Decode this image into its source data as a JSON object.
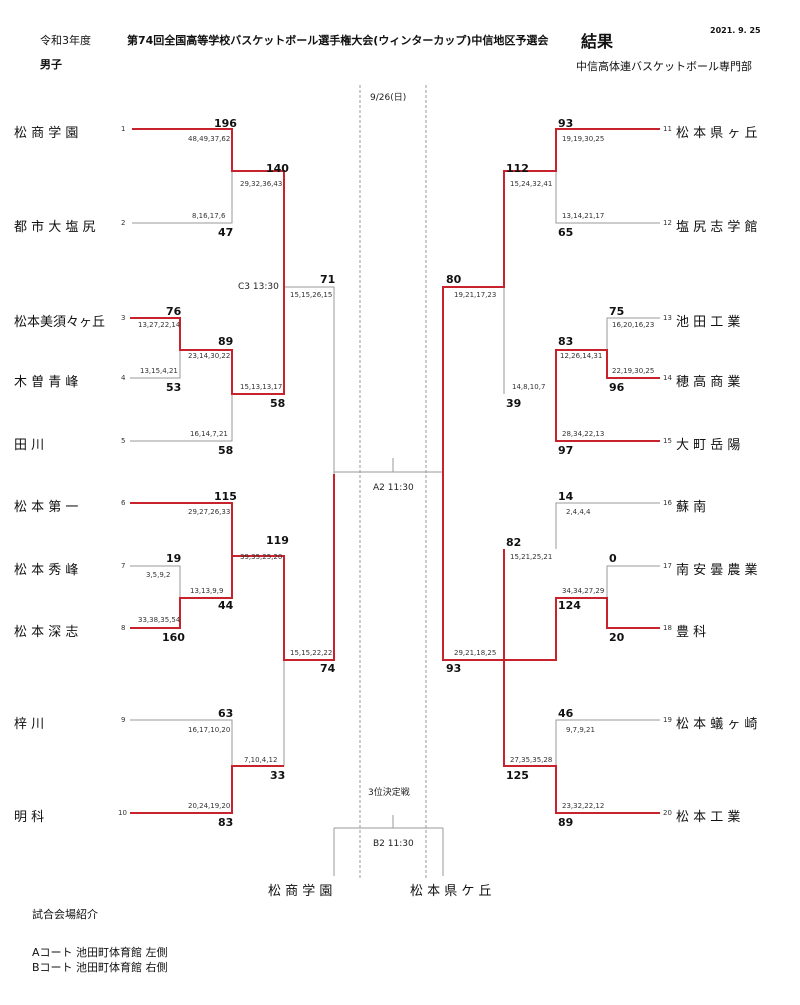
{
  "header": {
    "year": "令和3年度",
    "title": "第74回全国高等学校バスケットボール選手権大会(ウィンターカップ)中信地区予選会",
    "result": "結果",
    "date": "2021. 9. 25",
    "gender": "男子",
    "org": "中信高体連バスケットボール専門部"
  },
  "center": {
    "day": "9/26(日)",
    "c3": "C3 13:30",
    "a2": "A2 11:30",
    "third": "3位決定戦",
    "b2": "B2 11:30",
    "final_left": "松 商 学 園",
    "final_right": "松 本 県 ケ 丘"
  },
  "teams_left": [
    {
      "no": "1",
      "name": "松 商 学 園"
    },
    {
      "no": "2",
      "name": "都 市 大 塩 尻"
    },
    {
      "no": "3",
      "name": "松本美須々ヶ丘"
    },
    {
      "no": "4",
      "name": "木 曽 青 峰"
    },
    {
      "no": "5",
      "name": "田 川"
    },
    {
      "no": "6",
      "name": "松 本 第 一"
    },
    {
      "no": "7",
      "name": "松 本 秀 峰"
    },
    {
      "no": "8",
      "name": "松 本 深 志"
    },
    {
      "no": "9",
      "name": "梓 川"
    },
    {
      "no": "10",
      "name": "明 科"
    }
  ],
  "teams_right": [
    {
      "no": "11",
      "name": "松 本 県 ヶ 丘"
    },
    {
      "no": "12",
      "name": "塩 尻 志 学 館"
    },
    {
      "no": "13",
      "name": "池 田 工 業"
    },
    {
      "no": "14",
      "name": "穂 高 商 業"
    },
    {
      "no": "15",
      "name": "大 町 岳 陽"
    },
    {
      "no": "16",
      "name": "蘇 南"
    },
    {
      "no": "17",
      "name": "南 安 曇 農 業"
    },
    {
      "no": "18",
      "name": "豊 科"
    },
    {
      "no": "19",
      "name": "松 本 蟻 ヶ 崎"
    },
    {
      "no": "20",
      "name": "松 本 工 業"
    }
  ],
  "scores": {
    "l_196": "196",
    "l_47": "47",
    "l_140": "140",
    "l_76": "76",
    "l_53": "53",
    "l_89": "89",
    "l_58a": "58",
    "l_58b": "58",
    "l_71": "71",
    "l_115": "115",
    "l_19": "19",
    "l_160": "160",
    "l_44": "44",
    "l_119": "119",
    "l_63": "63",
    "l_83": "83",
    "l_33": "33",
    "l_74": "74",
    "r_93": "93",
    "r_65": "65",
    "r_112": "112",
    "r_75": "75",
    "r_96": "96",
    "r_83": "83",
    "r_97": "97",
    "r_39": "39",
    "r_80": "80",
    "r_14": "14",
    "r_0": "0",
    "r_20": "20",
    "r_124": "124",
    "r_82": "82",
    "r_46": "46",
    "r_89": "89",
    "r_125": "125",
    "r_93b": "93"
  },
  "quarters": {
    "l1": "48,49,37,62",
    "l2": "8,16,17,6",
    "l12": "29,32,36,43",
    "l3": "13,27,22,14",
    "l4": "13,15,4,21",
    "l34": "23,14,30,22",
    "l5": "16,14,7,21",
    "l345": "15,13,13,17",
    "lc3": "15,15,26,15",
    "l6": "29,27,26,33",
    "l7": "3,5,9,2",
    "l8": "33,38,35,54",
    "l78": "13,13,9,9",
    "l678": "39,35,25,20",
    "l9": "16,17,10,20",
    "l10": "20,24,19,20",
    "l910": "7,10,4,12",
    "lsf": "15,15,22,22",
    "r11": "19,19,30,25",
    "r12": "13,14,21,17",
    "r1112": "15,24,32,41",
    "r13": "16,20,16,23",
    "r14": "22,19,30,25",
    "r1314": "12,26,14,31",
    "r15": "28,34,22,13",
    "r131415": "14,8,10,7",
    "rc3": "19,21,17,23",
    "r16": "2,4,4,4",
    "r17": "34,34,27,29",
    "r1617": "15,21,25,21",
    "r19": "9,7,9,21",
    "r20": "23,32,22,12",
    "r1920": "27,35,35,28",
    "rsf": "29,21,18,25"
  },
  "footer": {
    "intro": "試合会場紹介",
    "a_court": "Aコート 池田町体育館 左側",
    "b_court": "Bコート 池田町体育館 右側"
  },
  "colors": {
    "win": "#c8232c",
    "line": "#9a9a9a"
  }
}
